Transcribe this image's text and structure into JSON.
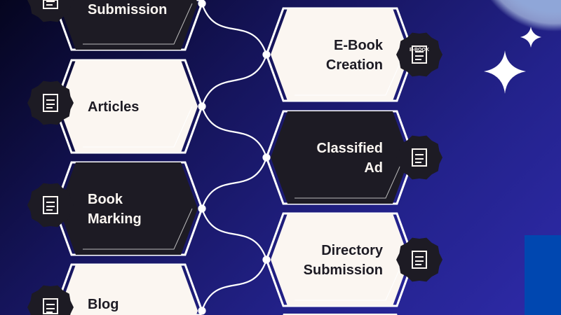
{
  "left_items": [
    {
      "lines": [
        "Submission"
      ],
      "theme": "dark",
      "icon": "chat-bubbles-icon"
    },
    {
      "lines": [
        "Articles"
      ],
      "theme": "light",
      "icon": "article-icon"
    },
    {
      "lines": [
        "Book",
        "Marking"
      ],
      "theme": "dark",
      "icon": "bookmark-gear-icon"
    },
    {
      "lines": [
        "Blog"
      ],
      "theme": "light",
      "icon": "blog-browser-icon"
    }
  ],
  "right_items": [
    {
      "lines": [
        "E-Book",
        "Creation"
      ],
      "theme": "light",
      "icon": "ebook-icon",
      "badge": "E-BOOK"
    },
    {
      "lines": [
        "Classified",
        "Ad"
      ],
      "theme": "dark",
      "icon": "megaphone-icon"
    },
    {
      "lines": [
        "Directory",
        "Submission"
      ],
      "theme": "light",
      "icon": "checklist-icon"
    }
  ],
  "colors": {
    "dark": "#1d1b24",
    "light": "#fbf6f1",
    "accent_blue": "#0047b0"
  }
}
